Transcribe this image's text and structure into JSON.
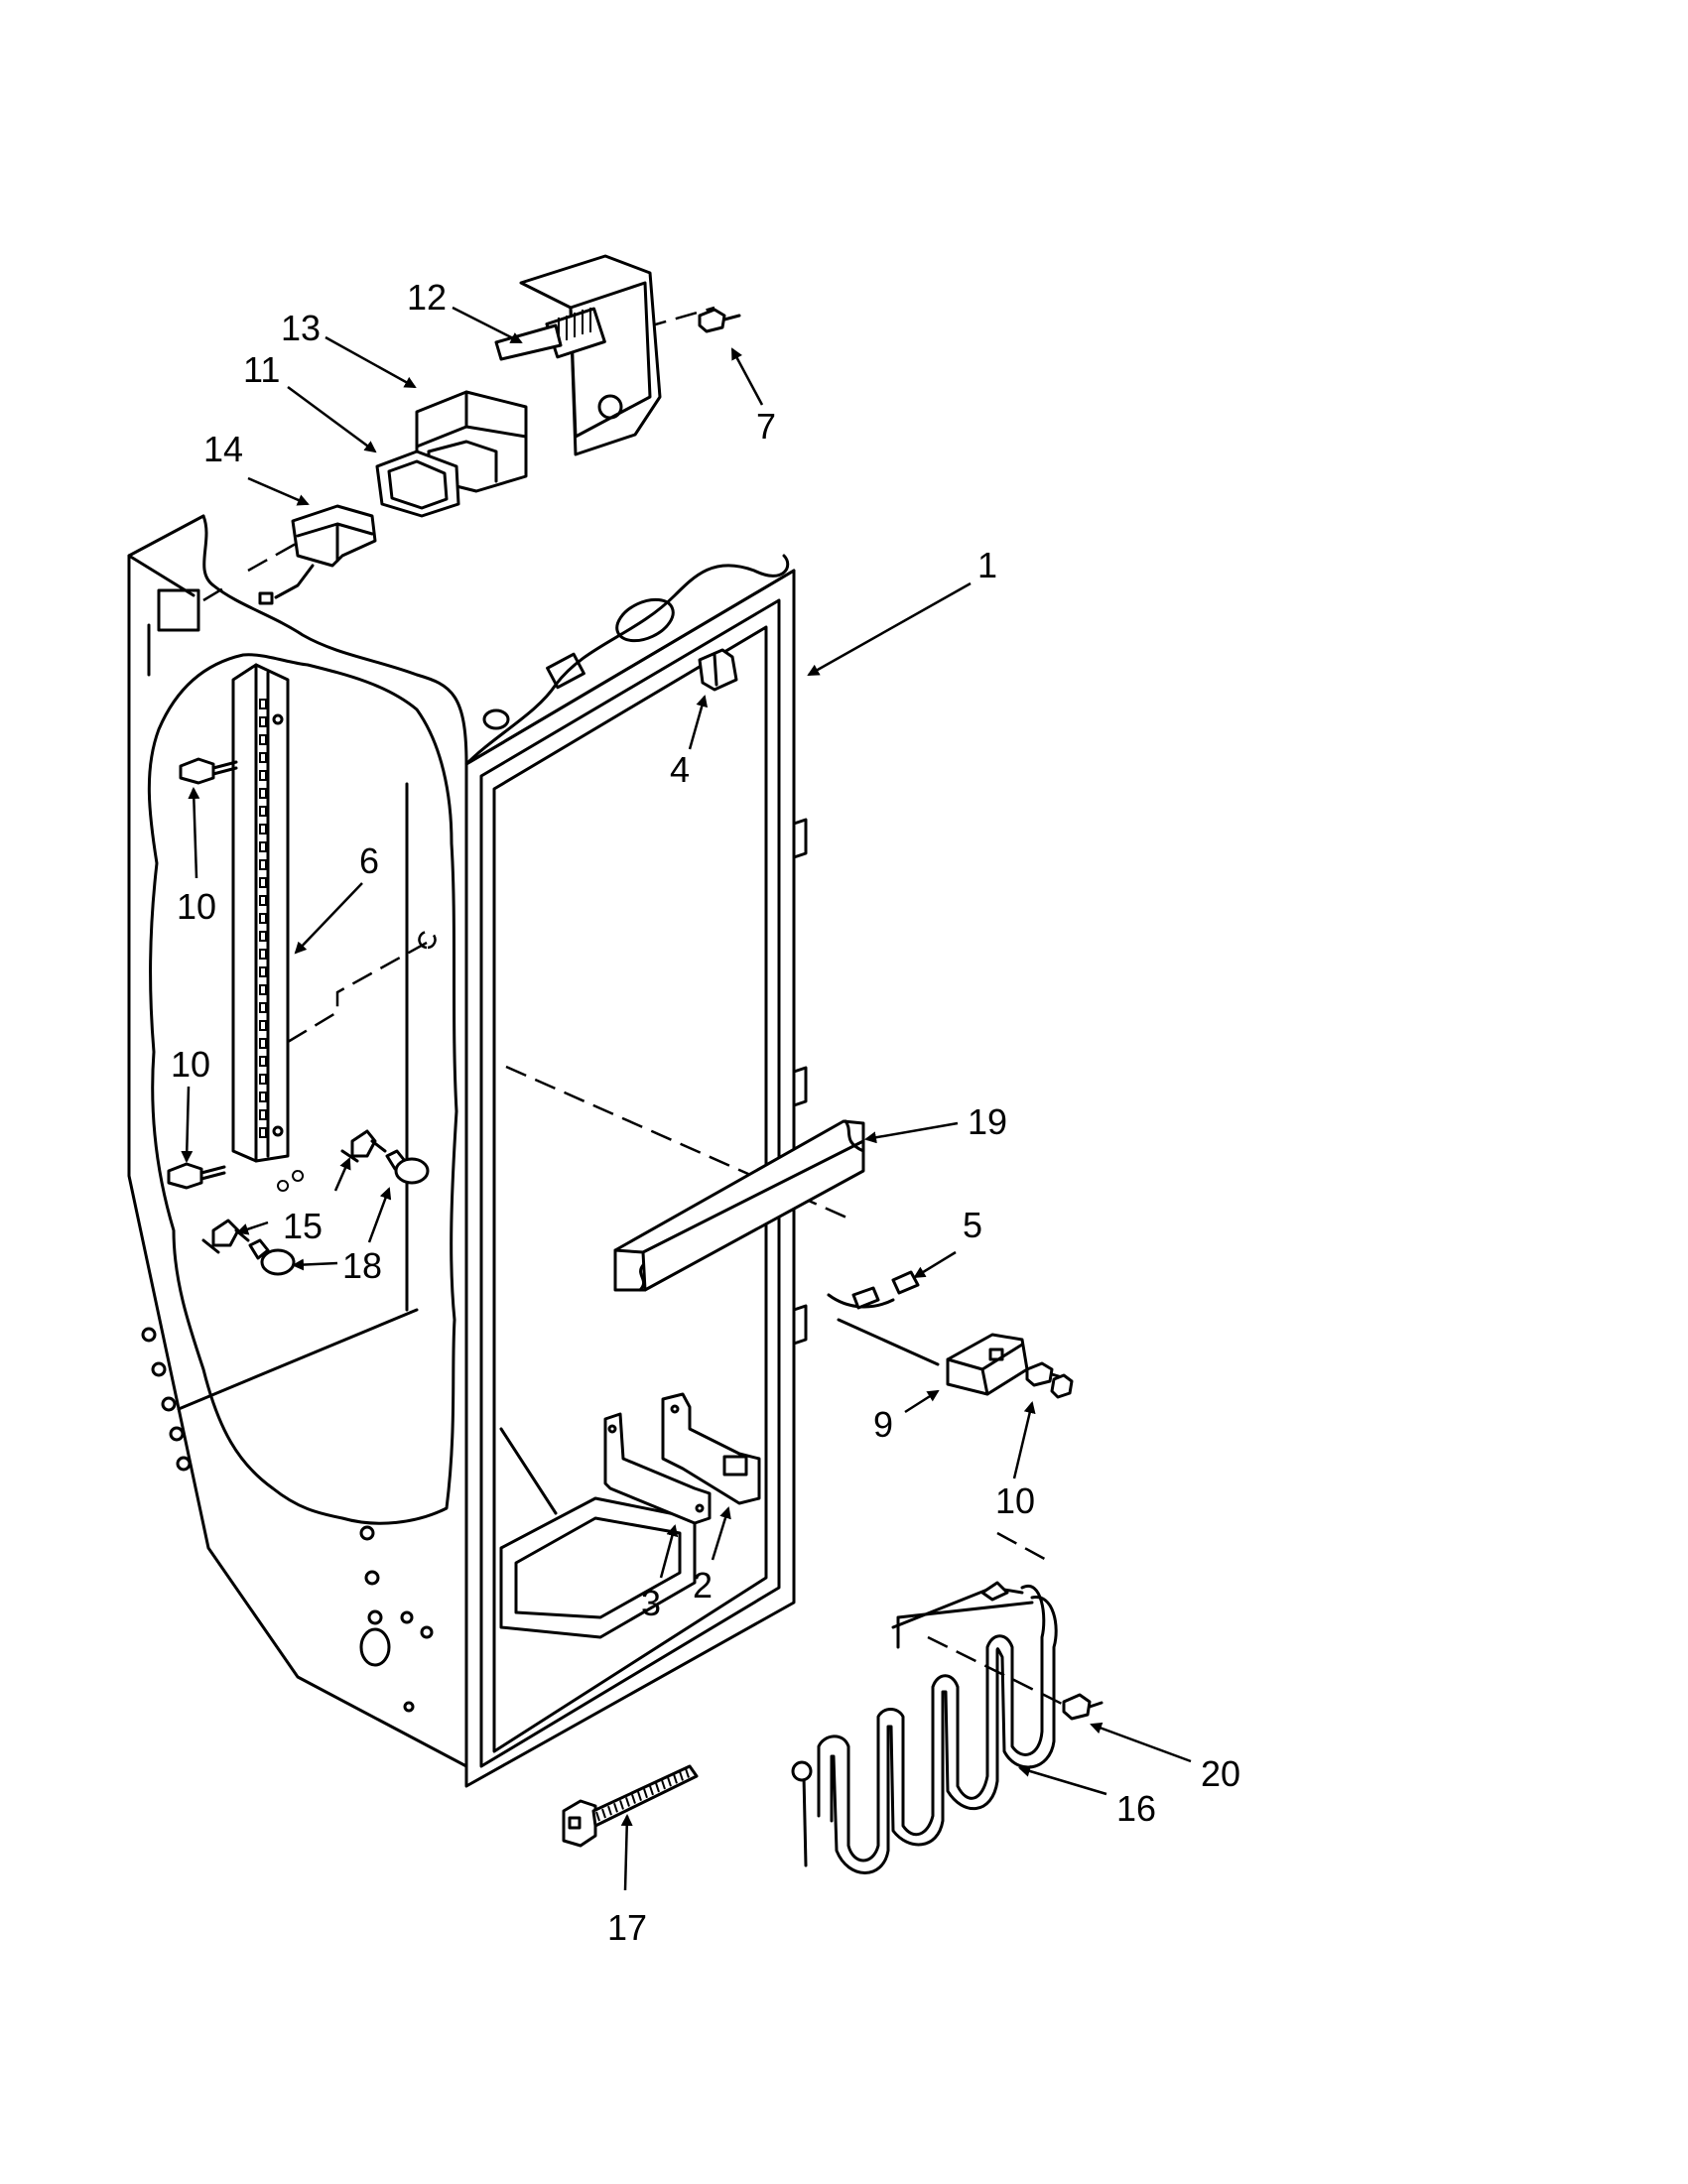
{
  "callouts": [
    {
      "id": "1",
      "label": "1"
    },
    {
      "id": "2",
      "label": "2"
    },
    {
      "id": "3",
      "label": "3"
    },
    {
      "id": "4",
      "label": "4"
    },
    {
      "id": "5",
      "label": "5"
    },
    {
      "id": "6",
      "label": "6"
    },
    {
      "id": "7",
      "label": "7"
    },
    {
      "id": "9",
      "label": "9"
    },
    {
      "id": "10a",
      "label": "10"
    },
    {
      "id": "10b",
      "label": "10"
    },
    {
      "id": "10c",
      "label": "10"
    },
    {
      "id": "11",
      "label": "11"
    },
    {
      "id": "12",
      "label": "12"
    },
    {
      "id": "13",
      "label": "13"
    },
    {
      "id": "14",
      "label": "14"
    },
    {
      "id": "15",
      "label": "15"
    },
    {
      "id": "16",
      "label": "16"
    },
    {
      "id": "17",
      "label": "17"
    },
    {
      "id": "18",
      "label": "18"
    },
    {
      "id": "19",
      "label": "19"
    },
    {
      "id": "20",
      "label": "20"
    }
  ],
  "colors": {
    "line": "#000000",
    "background": "#ffffff"
  }
}
